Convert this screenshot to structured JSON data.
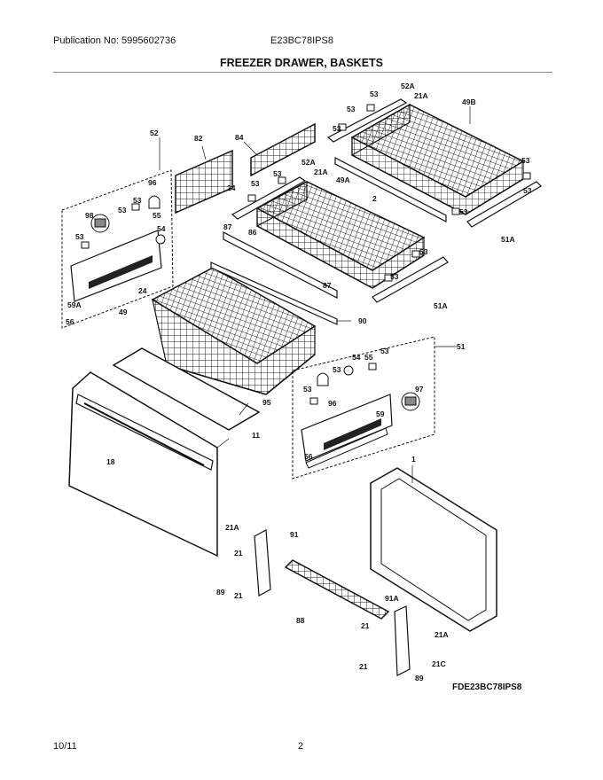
{
  "header": {
    "publication": "Publication No: 5995602736",
    "model": "E23BC78IPS8"
  },
  "title": "FREEZER DRAWER, BASKETS",
  "drawing_code": "FDE23BC78IPS8",
  "footer": {
    "date": "10/11",
    "page": "2"
  },
  "part_labels": {
    "p52": "52",
    "p82": "82",
    "p84": "84",
    "p96": "96",
    "p98": "98",
    "p53a": "53",
    "p53b": "53",
    "p55": "55",
    "p54": "54",
    "p59A": "59A",
    "p56": "56",
    "p24a": "24",
    "p49": "49",
    "p53c": "53",
    "p52A_top": "52A",
    "p21A_top": "21A",
    "p53d": "53",
    "p49B": "49B",
    "p53e": "53",
    "p53f": "53",
    "p53g": "53",
    "p51A_right": "51A",
    "p2": "2",
    "p53h": "53",
    "p52A_mid": "52A",
    "p21A_mid": "21A",
    "p49A": "49A",
    "p24b": "24",
    "p53i": "53",
    "p87a": "87",
    "p86": "86",
    "p87b": "87",
    "p53j": "53",
    "p53k": "53",
    "p51A_mid": "51A",
    "p90": "90",
    "p51": "51",
    "p53l": "53",
    "p54b": "54",
    "p55b": "55",
    "p53m": "53",
    "p53n": "53",
    "p96b": "96",
    "p97": "97",
    "p59": "59",
    "p56b": "56",
    "p95": "95",
    "p11": "11",
    "p18": "18",
    "p1": "1",
    "p21A_low": "21A",
    "p91": "91",
    "p21a": "21",
    "p89a": "89",
    "p21b": "21",
    "p88": "88",
    "p91A": "91A",
    "p21c": "21",
    "p21A_btm": "21A",
    "p21d": "21",
    "p21C": "21C",
    "p89b": "89"
  }
}
